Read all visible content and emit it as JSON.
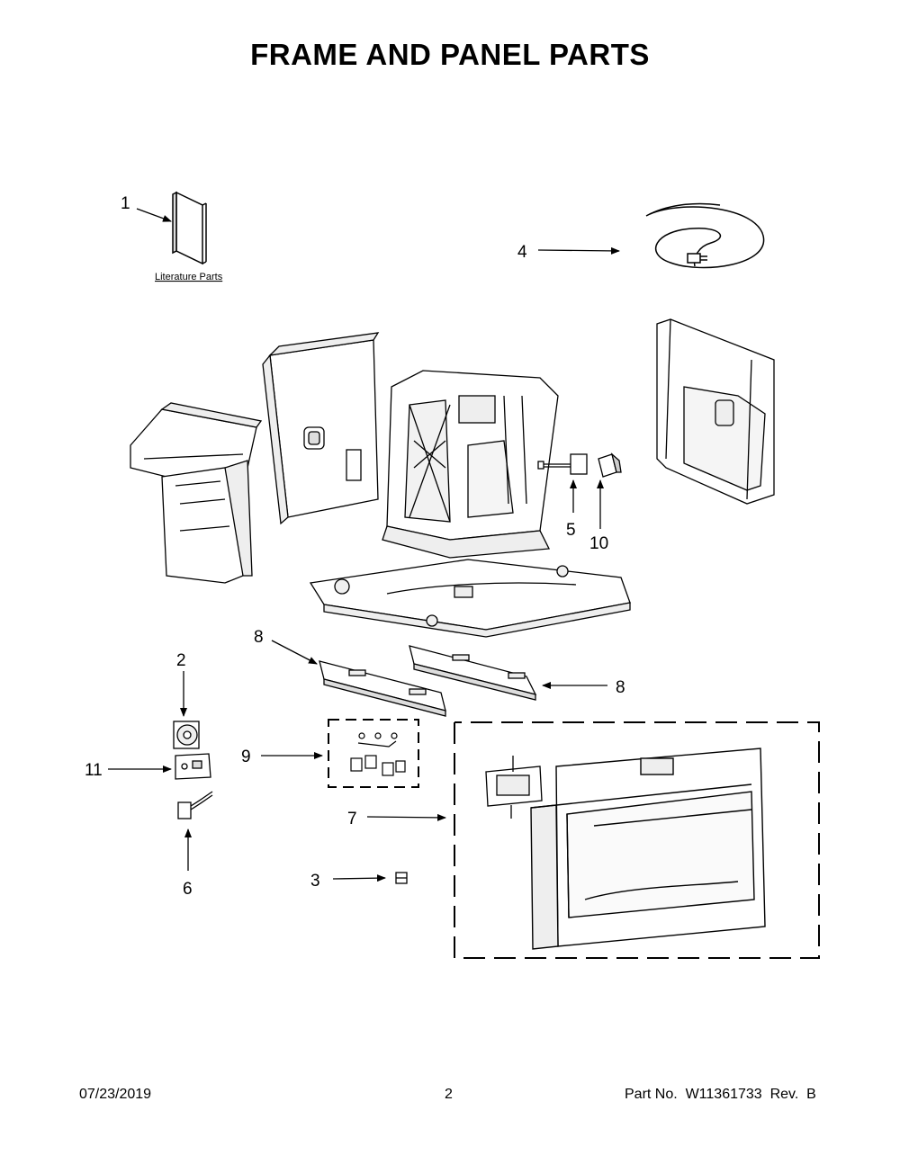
{
  "page": {
    "title": "FRAME AND PANEL PARTS",
    "footer": {
      "date": "07/23/2019",
      "page_number": "2",
      "part_number": "Part No.  W11361733  Rev.  B"
    }
  },
  "literature_label": "Literature Parts",
  "callouts": [
    "1",
    "2",
    "3",
    "4",
    "5",
    "6",
    "7",
    "8",
    "8",
    "9",
    "10",
    "11"
  ]
}
